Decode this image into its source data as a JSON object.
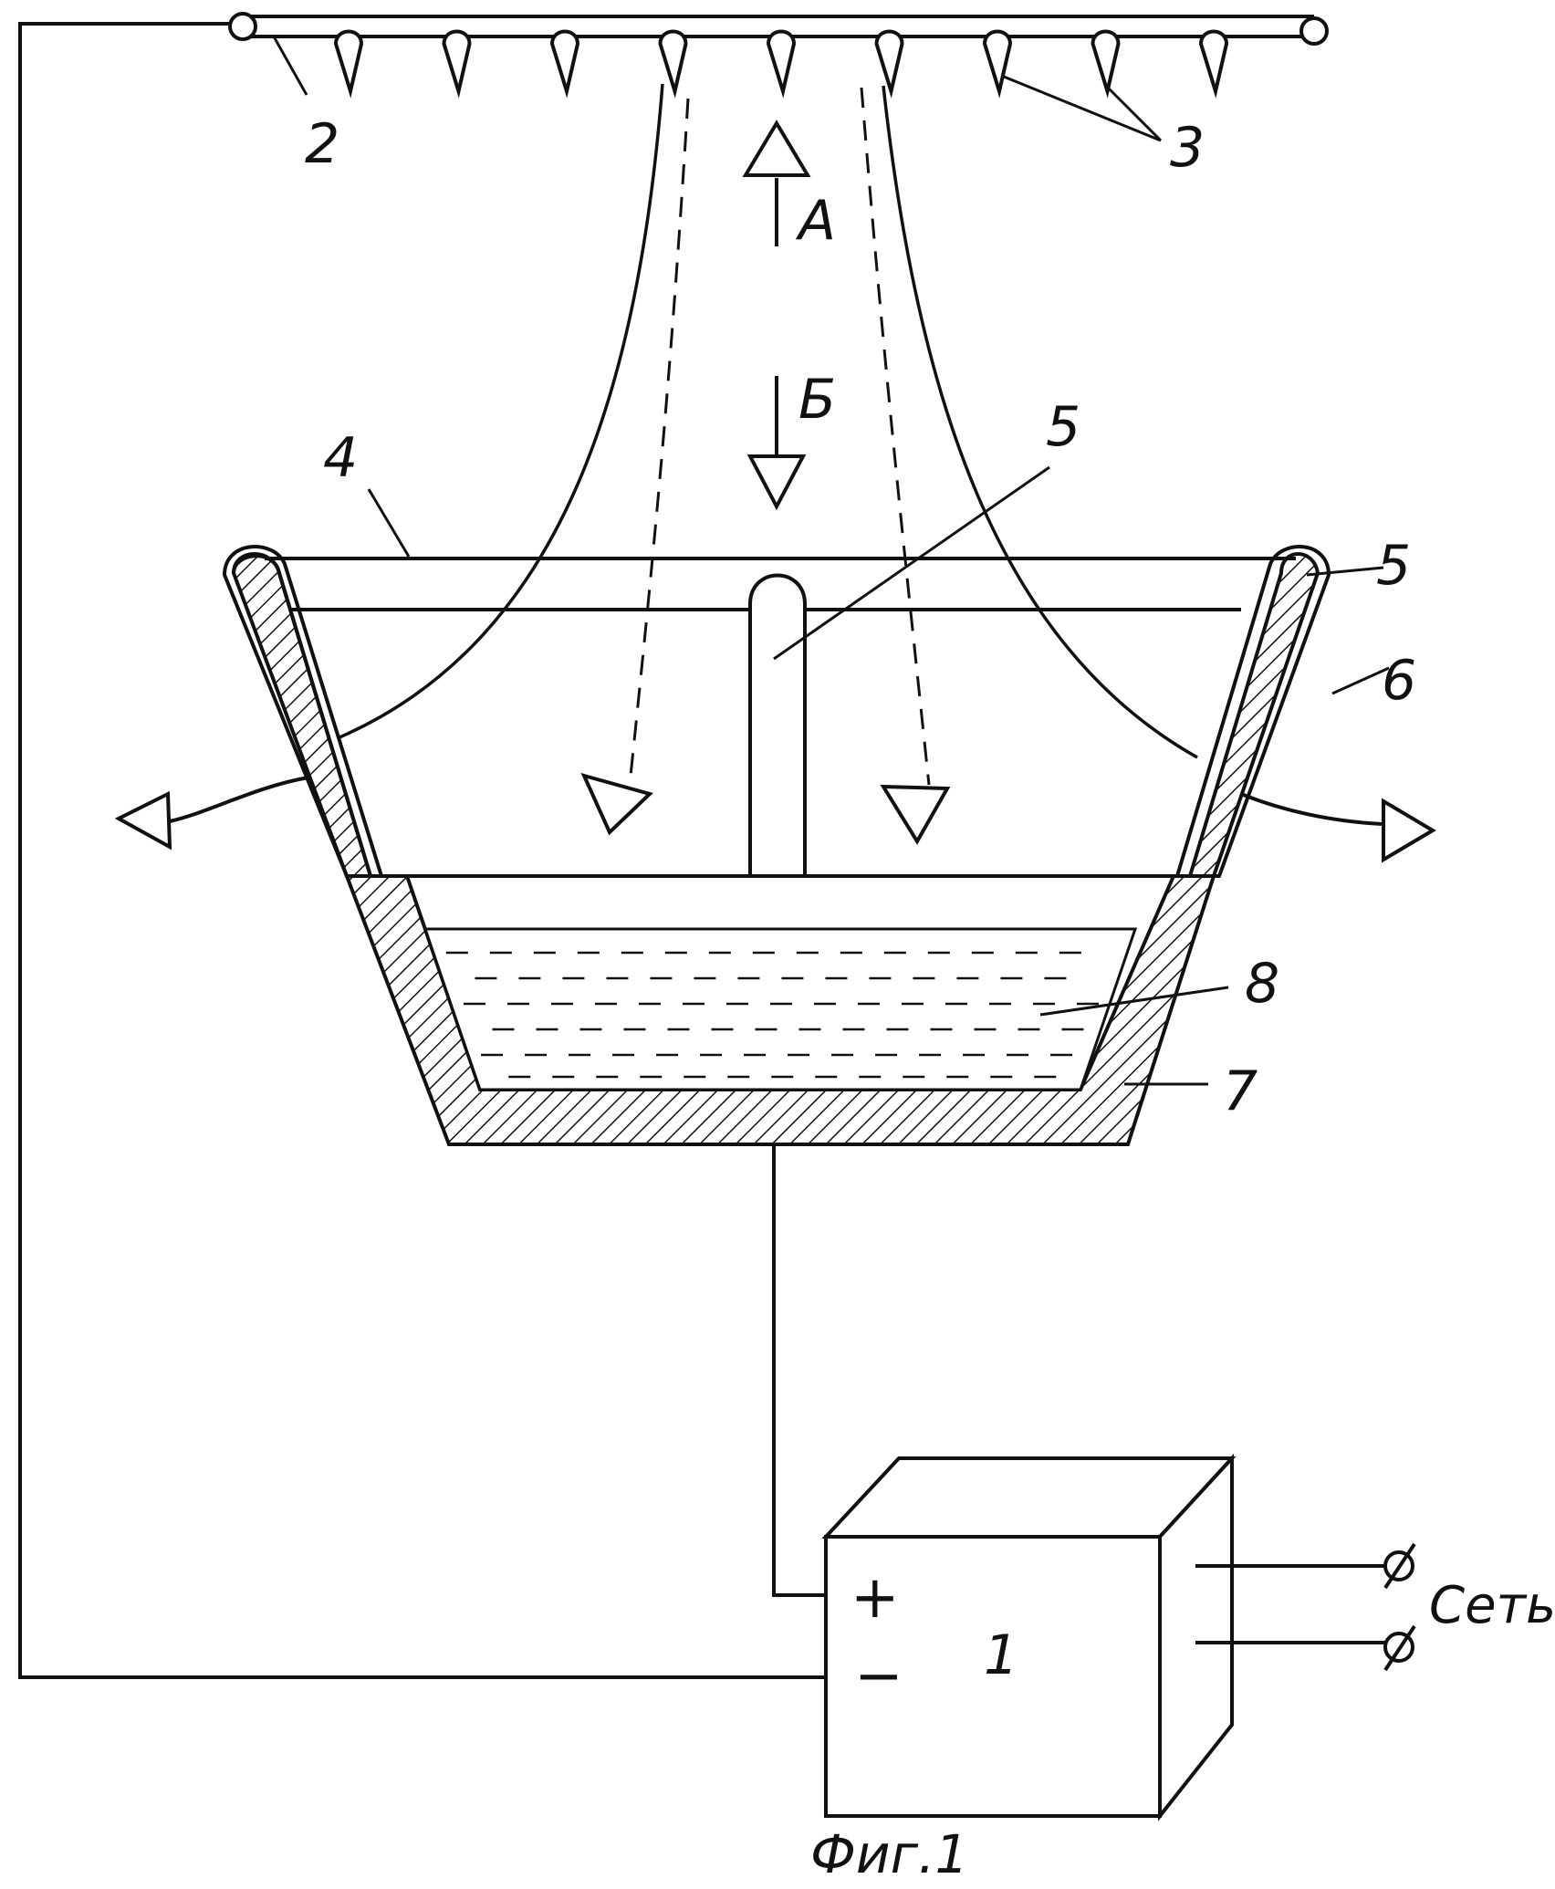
{
  "figure": {
    "caption": "Фиг.1",
    "labels": {
      "l1": "1",
      "l2": "2",
      "l3": "3",
      "l4": "4",
      "l5a": "5",
      "l5b": "5",
      "l6": "6",
      "l7": "7",
      "l8": "8",
      "arrow_a": "А",
      "arrow_b": "Б",
      "plus": "+",
      "minus": "−",
      "mains": "Сеть"
    },
    "nozzle_count": 9,
    "colors": {
      "ink": "#111111",
      "background": "#ffffff"
    }
  }
}
